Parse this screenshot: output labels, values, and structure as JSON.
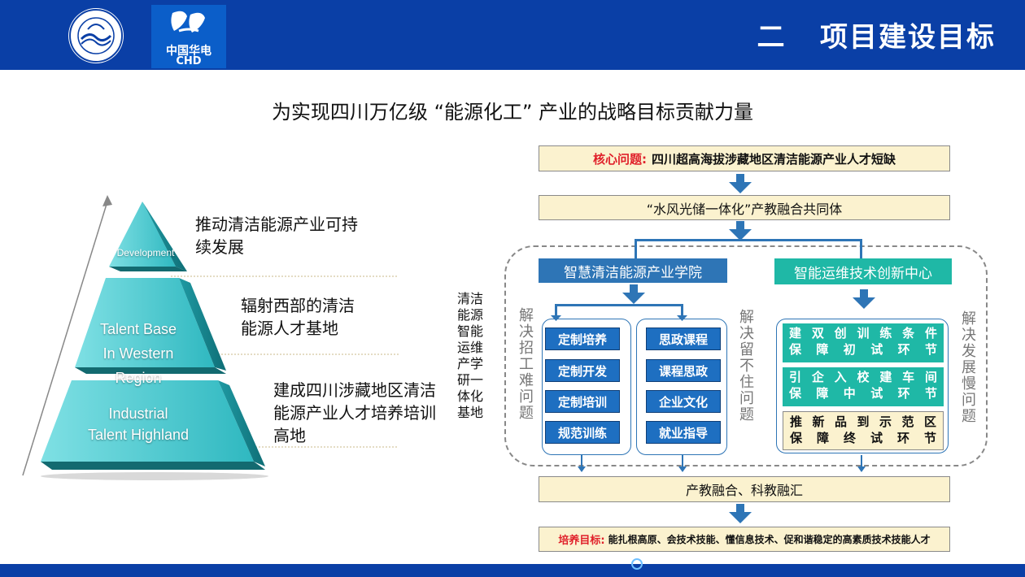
{
  "header": {
    "title": "二   项目建设目标",
    "logo_right_line1": "中国华电",
    "logo_right_line2": "CHD"
  },
  "subtitle": "为实现四川万亿级 “能源化工” 产业的战略目标贡献力量",
  "pyramid": {
    "top_label": "Development",
    "middle_label_line1": "Talent Base",
    "middle_label_line2": "In Western Region",
    "bottom_label_line1": "Industrial",
    "bottom_label_line2": "Talent Highland",
    "top_desc_line1": "推动清洁能源产业可持",
    "top_desc_line2": "续发展",
    "middle_desc_line1": "辐射西部的清洁",
    "middle_desc_line2": "能源人才基地",
    "bottom_desc_line1": "建成四川涉藏地区清洁",
    "bottom_desc_line2": "能源产业人才培养培训",
    "bottom_desc_line3": "高地"
  },
  "flow": {
    "core_label": "核心问题:",
    "core_text": "四川超高海拔涉藏地区清洁能源产业人才短缺",
    "community": "“水风光储一体化”产教融合共同体",
    "side_label": [
      "清洁",
      "能源",
      "智能",
      "运维",
      "产学",
      "研一",
      "体化",
      "基地"
    ],
    "college": "智慧清洁能源产业学院",
    "center": "智能运维技术创新中心",
    "left_col": [
      "定制培养",
      "定制开发",
      "定制培训",
      "规范训练"
    ],
    "mid_col": [
      "思政课程",
      "课程思政",
      "企业文化",
      "就业指导"
    ],
    "vtext_1": "解决招工难问题",
    "vtext_2": "解决留不住问题",
    "vtext_3": "解决发展慢问题",
    "right_boxes": [
      {
        "line1": "建双创训练条件",
        "line2": "保障初试环节"
      },
      {
        "line1": "引企入校建车间",
        "line2": "保障中试环节"
      },
      {
        "line1": "推新品到示范区",
        "line2": "保障终试环节"
      }
    ],
    "integration": "产教融合、科教融汇",
    "goal_label": "培养目标:",
    "goal_text": "能扎根高原、会技术技能、懂信息技术、促和谐稳定的高素质技术技能人才"
  },
  "colors": {
    "header_bg": "#0a3fa6",
    "accent_red": "#e0202a",
    "pyramid_teal": "#3fc8cf",
    "arrow_blue": "#2e75b6",
    "box_yellow": "#fbf2cf",
    "box_teal": "#1fb8a6"
  }
}
